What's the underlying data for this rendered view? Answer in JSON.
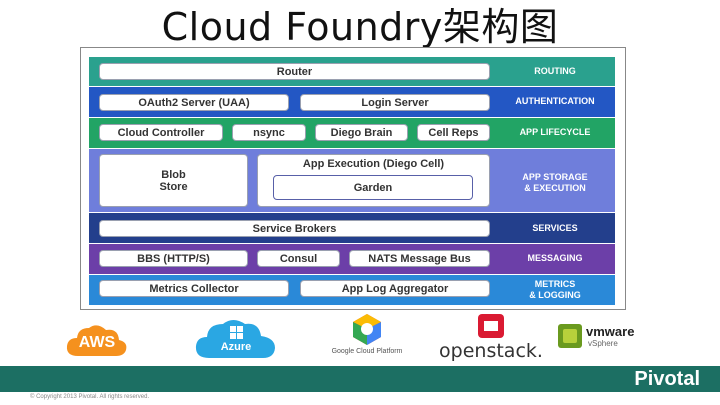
{
  "title": "Cloud Foundry架构图",
  "layers": [
    {
      "label": "ROUTING",
      "color": "#2aa18e",
      "components": [
        "Router"
      ]
    },
    {
      "label": "AUTHENTICATION",
      "color": "#2357c4",
      "components": [
        "OAuth2 Server (UAA)",
        "Login Server"
      ]
    },
    {
      "label": "APP LIFECYCLE",
      "color": "#22a465",
      "components": [
        "Cloud Controller",
        "nsync",
        "Diego Brain",
        "Cell Reps"
      ]
    },
    {
      "label": "APP STORAGE & EXECUTION",
      "color": "#6f7edb",
      "components": [
        "Blob Store",
        "App Execution (Diego Cell)",
        "Garden"
      ]
    },
    {
      "label": "SERVICES",
      "color": "#233f8c",
      "components": [
        "Service Brokers"
      ]
    },
    {
      "label": "MESSAGING",
      "color": "#6c3fa8",
      "components": [
        "BBS (HTTP/S)",
        "Consul",
        "NATS Message Bus"
      ]
    },
    {
      "label": "METRICS & LOGGING",
      "color": "#2a89d8",
      "components": [
        "Metrics Collector",
        "App Log Aggregator"
      ]
    }
  ],
  "labels": {
    "routing": "ROUTING",
    "authentication": "AUTHENTICATION",
    "lifecycle": "APP LIFECYCLE",
    "storage_1": "APP STORAGE",
    "storage_2": "& EXECUTION",
    "services": "SERVICES",
    "messaging": "MESSAGING",
    "metrics_1": "METRICS",
    "metrics_2": "& LOGGING"
  },
  "components": {
    "router": "Router",
    "uaa": "OAuth2 Server (UAA)",
    "login": "Login Server",
    "cc": "Cloud Controller",
    "nsync": "nsync",
    "brain": "Diego Brain",
    "reps": "Cell Reps",
    "blob_1": "Blob",
    "blob_2": "Store",
    "exec": "App Execution (Diego Cell)",
    "garden": "Garden",
    "brokers": "Service Brokers",
    "bbs": "BBS (HTTP/S)",
    "consul": "Consul",
    "nats": "NATS Message Bus",
    "metrics": "Metrics Collector",
    "logagg": "App Log Aggregator"
  },
  "logos": {
    "aws": "AWS",
    "azure": "Azure",
    "gcp": "Google Cloud Platform",
    "openstack": "openstack.",
    "vmware": "vmware",
    "vsphere": "vSphere"
  },
  "colors": {
    "routing": "#2aa18e",
    "authentication": "#2357c4",
    "lifecycle": "#22a465",
    "storage": "#6f7edb",
    "services": "#233f8c",
    "messaging": "#6c3fa8",
    "metrics": "#2a89d8",
    "footer": "#1c6f63"
  },
  "footer": {
    "brand": "Pivotal",
    "copyright": "© Copyright 2013 Pivotal. All rights reserved."
  }
}
